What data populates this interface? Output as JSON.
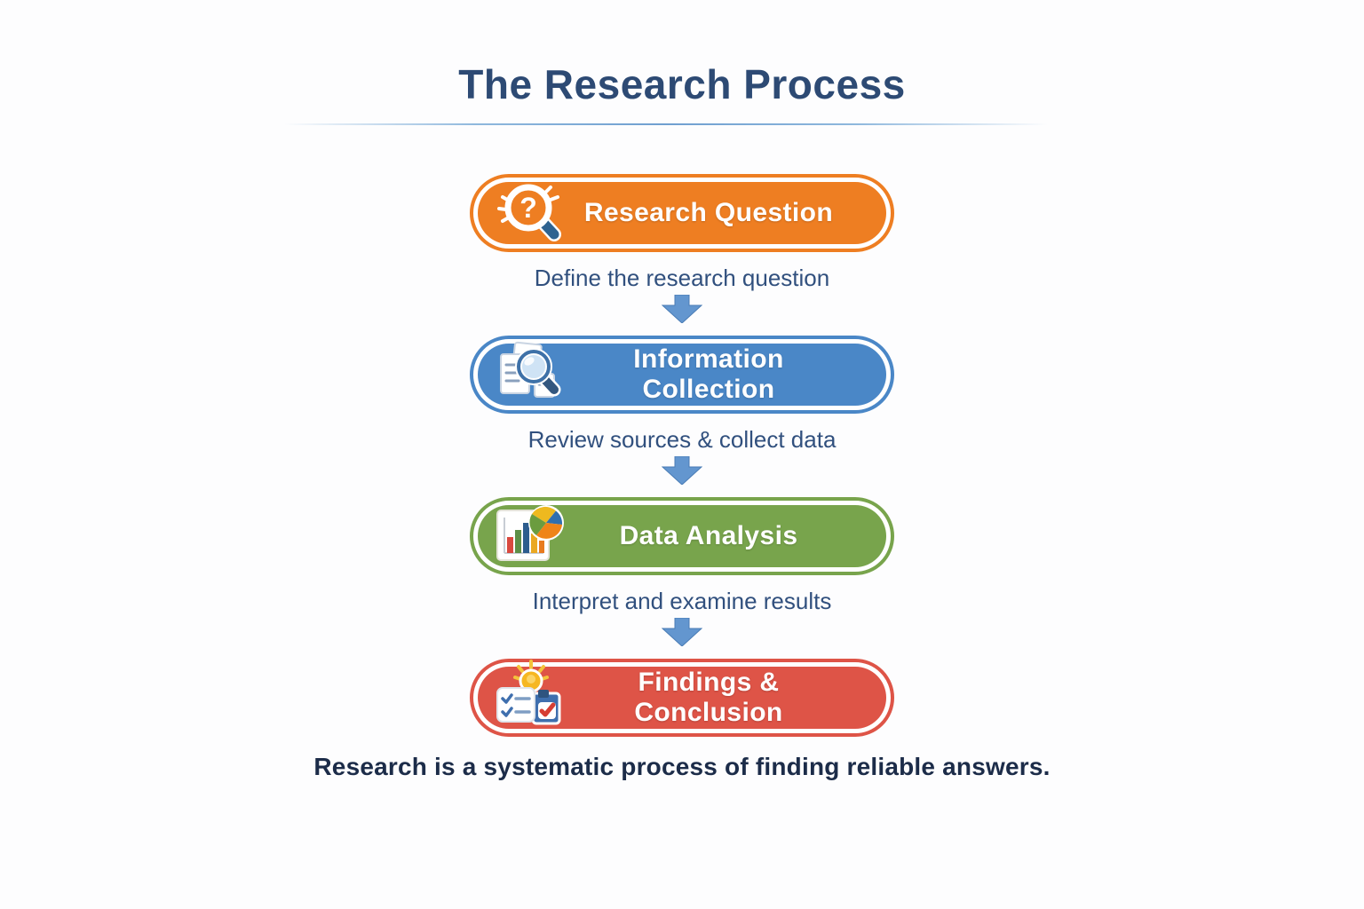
{
  "page": {
    "title": "The Research Process",
    "title_color": "#2d4a74",
    "background_color": "#fdfdfe",
    "divider_color": "#6f9fd0",
    "tagline": "Research is a systematic process of finding reliable answers.",
    "tagline_color": "#1c2c49"
  },
  "flow": {
    "arrow_color": "#6396cf",
    "caption_color": "#31507e",
    "steps": [
      {
        "label": "Research Question",
        "caption": "Define the research question",
        "color": "#ee7e22",
        "icon": "magnifier-question-icon",
        "icon_glyph": "?"
      },
      {
        "label": "Information Collection",
        "caption": "Review sources & collect data",
        "color": "#4a87c7",
        "icon": "documents-magnifier-icon"
      },
      {
        "label": "Data Analysis",
        "caption": "Interpret and examine results",
        "color": "#78a44c",
        "icon": "bar-pie-chart-icon"
      },
      {
        "label": "Findings & Conclusion",
        "caption": "",
        "color": "#de5447",
        "icon": "lightbulb-checklist-icon"
      }
    ]
  }
}
